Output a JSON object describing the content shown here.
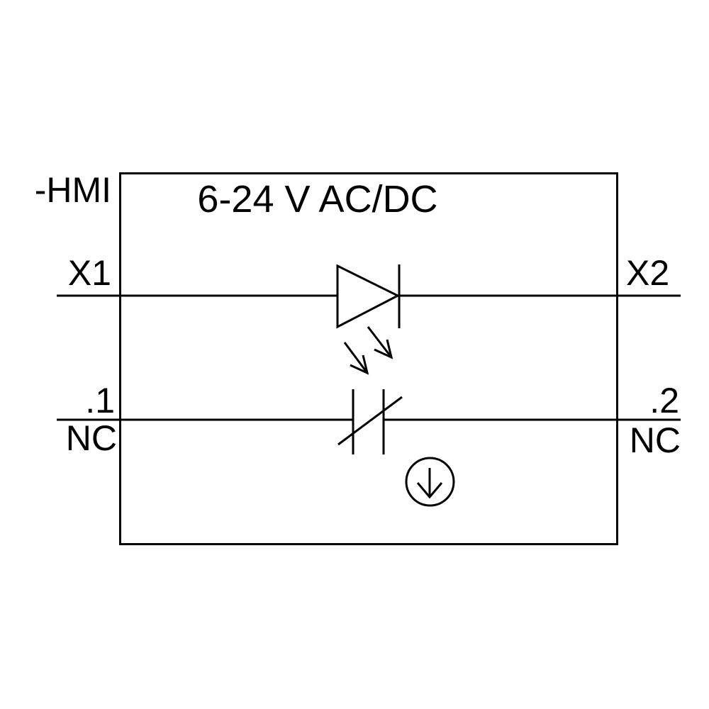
{
  "colors": {
    "line": "#000000",
    "text": "#000000",
    "background": "#ffffff"
  },
  "schematic": {
    "device_label": "-HMI",
    "rating_label": "6-24 V AC/DC",
    "led_branch": {
      "left_terminal": "X1",
      "right_terminal": "X2"
    },
    "contact_branch": {
      "left_terminal": ".1",
      "left_contact_type": "NC",
      "right_terminal": ".2",
      "right_contact_type": "NC"
    }
  },
  "symbols": {
    "led": "led-diode-icon",
    "emission": "light-emission-arrows-icon",
    "contact": "nc-break-contact-icon",
    "actuator": "actuation-direction-icon"
  }
}
